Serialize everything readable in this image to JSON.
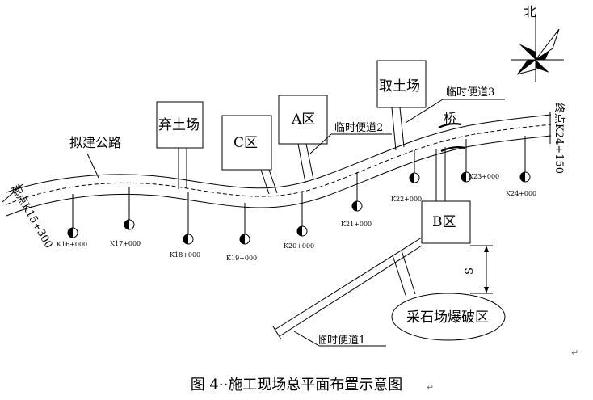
{
  "diagram": {
    "north": "北",
    "road_name": "拟建公路",
    "start_point": "起点K15+300",
    "end_point": "终点K24+150",
    "bridge": "桥",
    "zones": {
      "spoil": "弃土场",
      "c_zone": "C区",
      "a_zone": "A区",
      "borrow": "取土场",
      "b_zone": "B区",
      "quarry": "采石场爆破区"
    },
    "temp_roads": {
      "road1": "临时便道1",
      "road2": "临时便道2",
      "road3": "临时便道3"
    },
    "distance": "S",
    "markers": [
      {
        "label": "K16+000"
      },
      {
        "label": "K17+000"
      },
      {
        "label": "K18+000"
      },
      {
        "label": "K19+000"
      },
      {
        "label": "K20+000"
      },
      {
        "label": "K21+000"
      },
      {
        "label": "K22+000"
      },
      {
        "label": "K23+000"
      },
      {
        "label": "K24+000"
      }
    ]
  },
  "caption": {
    "text": "图 4··施工现场总平面布置示意图"
  },
  "para_marks": [
    "↵",
    "↵"
  ]
}
